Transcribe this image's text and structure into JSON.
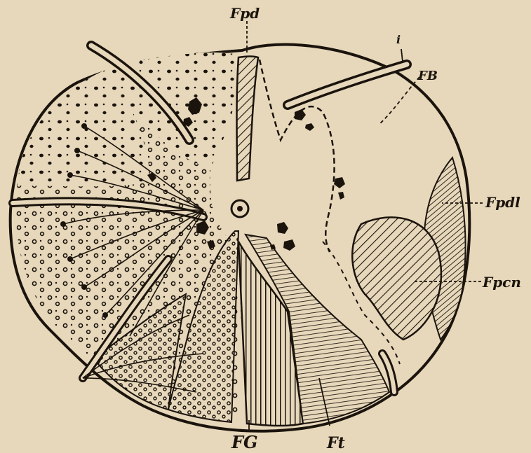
{
  "figure": {
    "labels": {
      "fpd_top": "Fpd",
      "fb": "FB",
      "fpdl": "Fpdl",
      "fpcn": "Fpcn",
      "fg": "FG",
      "ft": "Ft",
      "i": "i"
    },
    "colors": {
      "paper": "#e7d8bb",
      "ink": "#1b140d"
    }
  }
}
